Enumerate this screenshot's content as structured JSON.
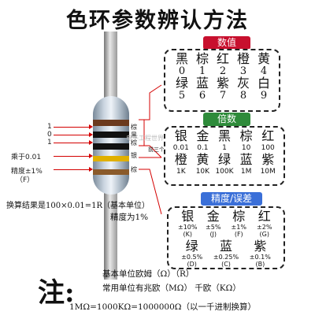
{
  "title": "色环参数辨认方法",
  "colors": {
    "badge_red": "#c8102e",
    "badge_green": "#2e8b3a",
    "badge_blue": "#3a6fd8",
    "arrow": "#d40000",
    "bands": [
      "#6b3a1e",
      "#111111",
      "#111111",
      "#e0b000",
      "#8a5a2a"
    ]
  },
  "left_labels": {
    "one_a": "1",
    "zero": "0",
    "one_b": "1",
    "multiplier": "乘于0.01",
    "tolerance": "精度±1%",
    "tolerance_code": "（F）",
    "band_names": [
      "棕",
      "黑",
      "棕"
    ],
    "gold": "银",
    "brown": "棕"
  },
  "result_line": "换算结果是100×0.01=1R（基本单位）",
  "precision_line": "精度为1%",
  "arrow_note": "前三个色环乘于倍数",
  "watermark": "电子工程世界",
  "digits": {
    "badge": "数值",
    "row1_colors": [
      "黑",
      "棕",
      "红",
      "橙",
      "黄"
    ],
    "row1_nums": [
      "0",
      "1",
      "2",
      "3",
      "4"
    ],
    "row2_colors": [
      "绿",
      "蓝",
      "紫",
      "灰",
      "白"
    ],
    "row2_nums": [
      "5",
      "6",
      "7",
      "8",
      "9"
    ]
  },
  "multiplier": {
    "badge": "倍数",
    "row1_colors": [
      "银",
      "金",
      "黑",
      "棕",
      "红"
    ],
    "row1_vals": [
      "0.01",
      "0.1",
      "1",
      "10",
      "100"
    ],
    "row2_colors": [
      "橙",
      "黄",
      "绿",
      "蓝",
      "紫"
    ],
    "row2_vals": [
      "1K",
      "10K",
      "100K",
      "1M",
      "10M"
    ]
  },
  "tolerance": {
    "badge": "精度/误差",
    "row1": [
      {
        "color": "银",
        "pct": "±10%",
        "code": "(K)"
      },
      {
        "color": "金",
        "pct": "±5%",
        "code": "(J)"
      },
      {
        "color": "棕",
        "pct": "±1%",
        "code": "(F)"
      },
      {
        "color": "红",
        "pct": "±2%",
        "code": "(G)"
      }
    ],
    "row2": [
      {
        "color": "绿",
        "pct": "±0.5%",
        "code": "(D)"
      },
      {
        "color": "蓝",
        "pct": "±0.25%",
        "code": "(C)"
      },
      {
        "color": "紫",
        "pct": "±0.1%",
        "code": "(B)"
      }
    ]
  },
  "notes": {
    "zhu": "注:",
    "line1": "基本单位欧姆（Ω）（R）",
    "line2": "常用单位有兆欧（MΩ）  千欧（KΩ）",
    "line3": "1MΩ=1000KΩ=1000000Ω（以一千进制换算）"
  }
}
